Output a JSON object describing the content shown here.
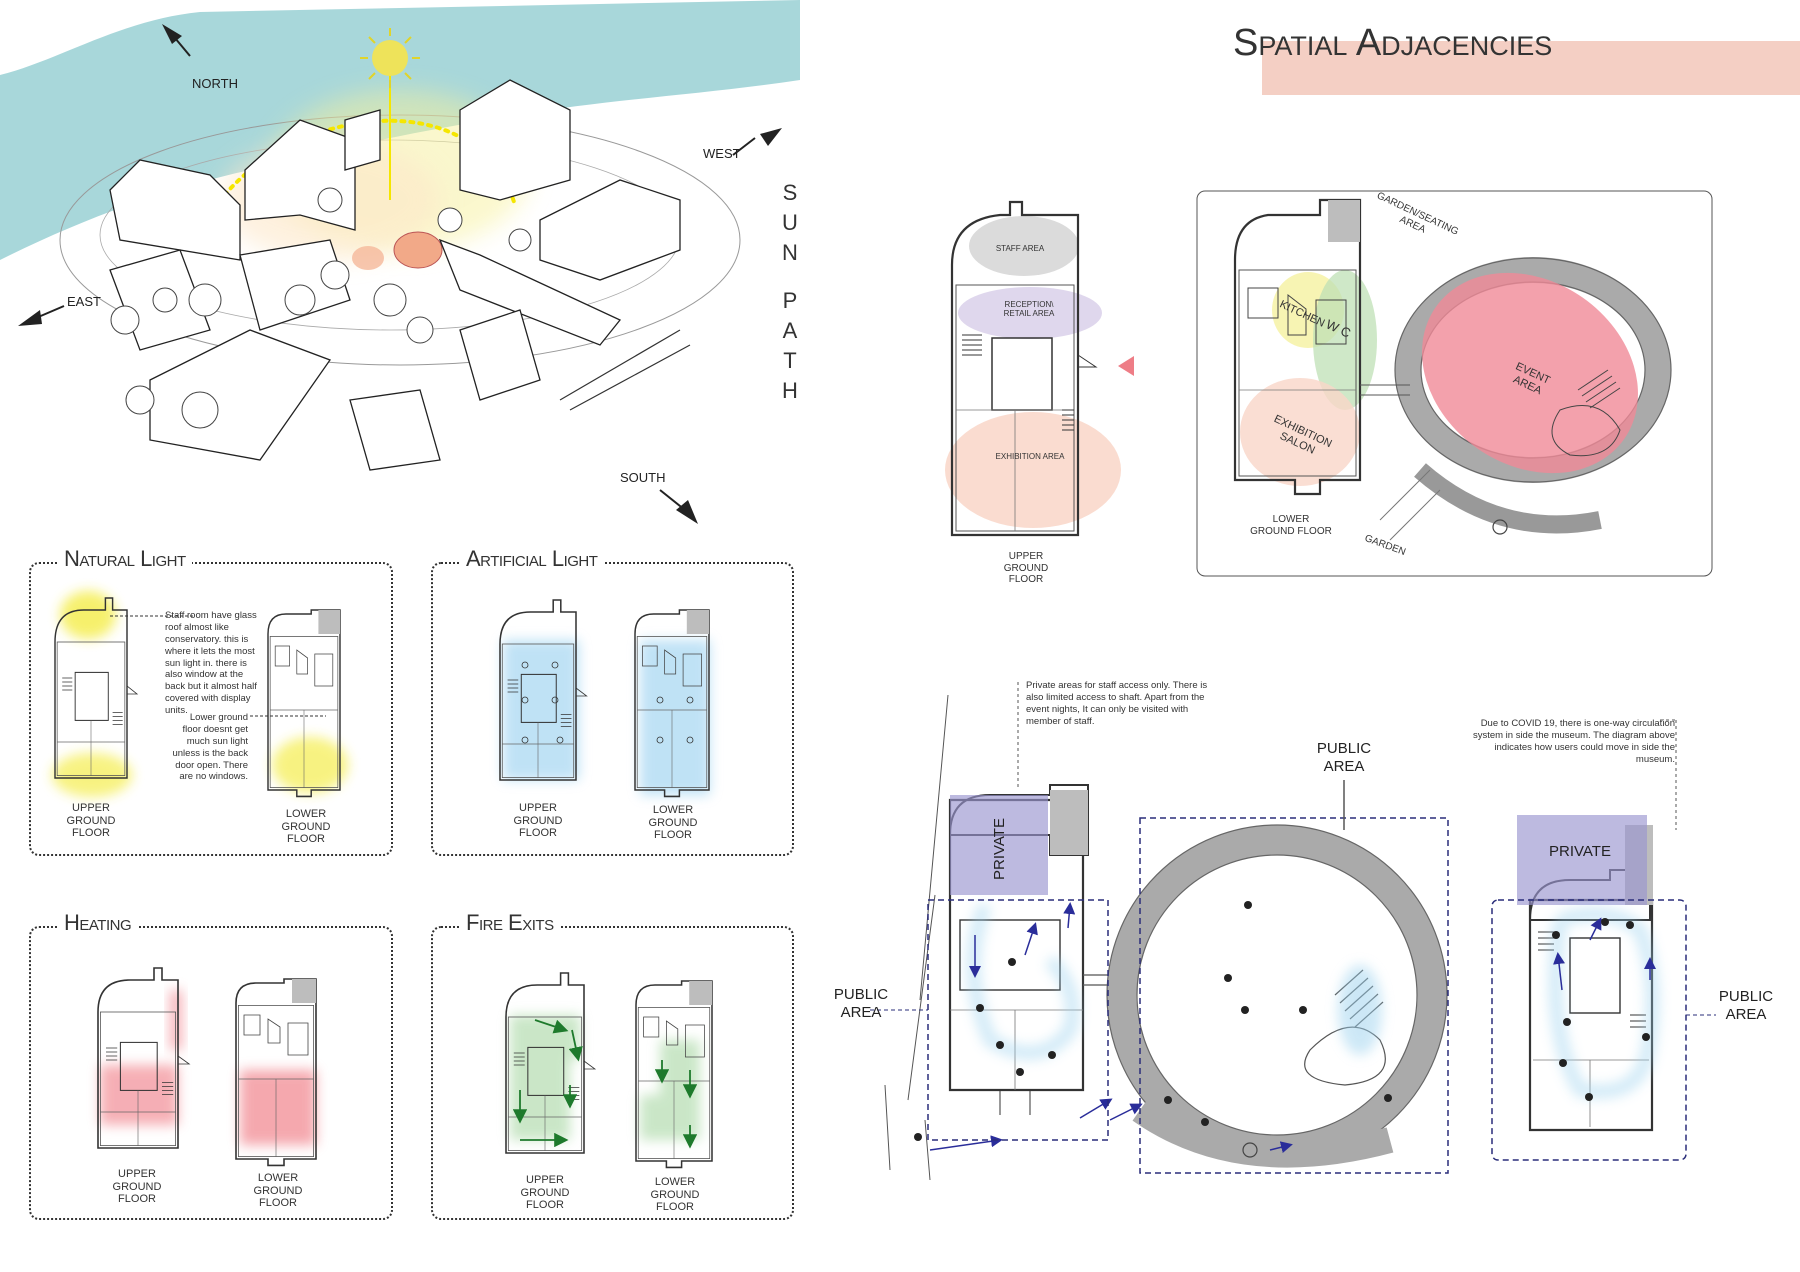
{
  "page_title": "Spatial Adjacencies",
  "compass": {
    "north": "NORTH",
    "south": "SOUTH",
    "east": "EAST",
    "west": "WEST"
  },
  "sun_path": [
    "S",
    "U",
    "N",
    "P",
    "A",
    "T",
    "H"
  ],
  "panels": {
    "natural_light": {
      "title": "Natural Light",
      "note1": "Staff room have glass roof almost like conservatory. this is where it lets the most sun light in. there is also window at the back but it almost half covered with display units.",
      "note2": "Lower ground floor doesnt get much sun light unless is the back door open. There are no windows.",
      "upper": "UPPER GROUND FLOOR",
      "lower": "LOWER GROUND FLOOR"
    },
    "artificial_light": {
      "title": "Artificial Light",
      "upper": "UPPER GROUND FLOOR",
      "lower": "LOWER GROUND FLOOR"
    },
    "heating": {
      "title": "Heating",
      "upper": "UPPER GROUND FLOOR",
      "lower": "LOWER GROUND FLOOR"
    },
    "fire_exits": {
      "title": "Fire Exits",
      "upper": "UPPER GROUND FLOOR",
      "lower": "LOWER GROUND FLOOR"
    }
  },
  "adjacency_upper": {
    "staff": "STAFF AREA",
    "reception": "RECEPTION\\ RETAIL AREA",
    "exhibition": "EXHIBITION AREA",
    "floor": "UPPER GROUND FLOOR"
  },
  "adjacency_lower": {
    "garden_seating": "GARDEN/SEATING AREA",
    "kitchen": "KITCHEN",
    "wc": "W C",
    "exhibition_salon": "EXHIBITION SALON",
    "event": "EVENT AREA",
    "floor": "LOWER GROUND FLOOR",
    "garden": "GARDEN"
  },
  "circulation": {
    "private_note": "Private areas for staff access only. There is also limited access to shaft. Apart from the event nights, It can only be visited with member of staff.",
    "covid_note": "Due to COVID 19, there is one-way circulation system in side the museum. The diagram above indicates how users could move in side the museum.",
    "public_area": "PUBLIC AREA",
    "private": "PRIVATE"
  },
  "colors": {
    "river": "#9fd3d6",
    "sun": "#f2e300",
    "title_band": "#f4cfc4",
    "event": "#f08a97",
    "exhibition": "#f9d6c8",
    "kitchen": "#f5f1a0",
    "wc": "#bfe0b5",
    "staff": "#d8d8d8",
    "reception": "#d9d0ea",
    "private": "#9a95cf",
    "public_outline": "#2a2d7a",
    "arrow_pointer": "#ee7d86",
    "artificial": "#8ccbee",
    "heating": "#f07a84",
    "fire": "#9fd39a",
    "natural": "#f3ea2e"
  }
}
